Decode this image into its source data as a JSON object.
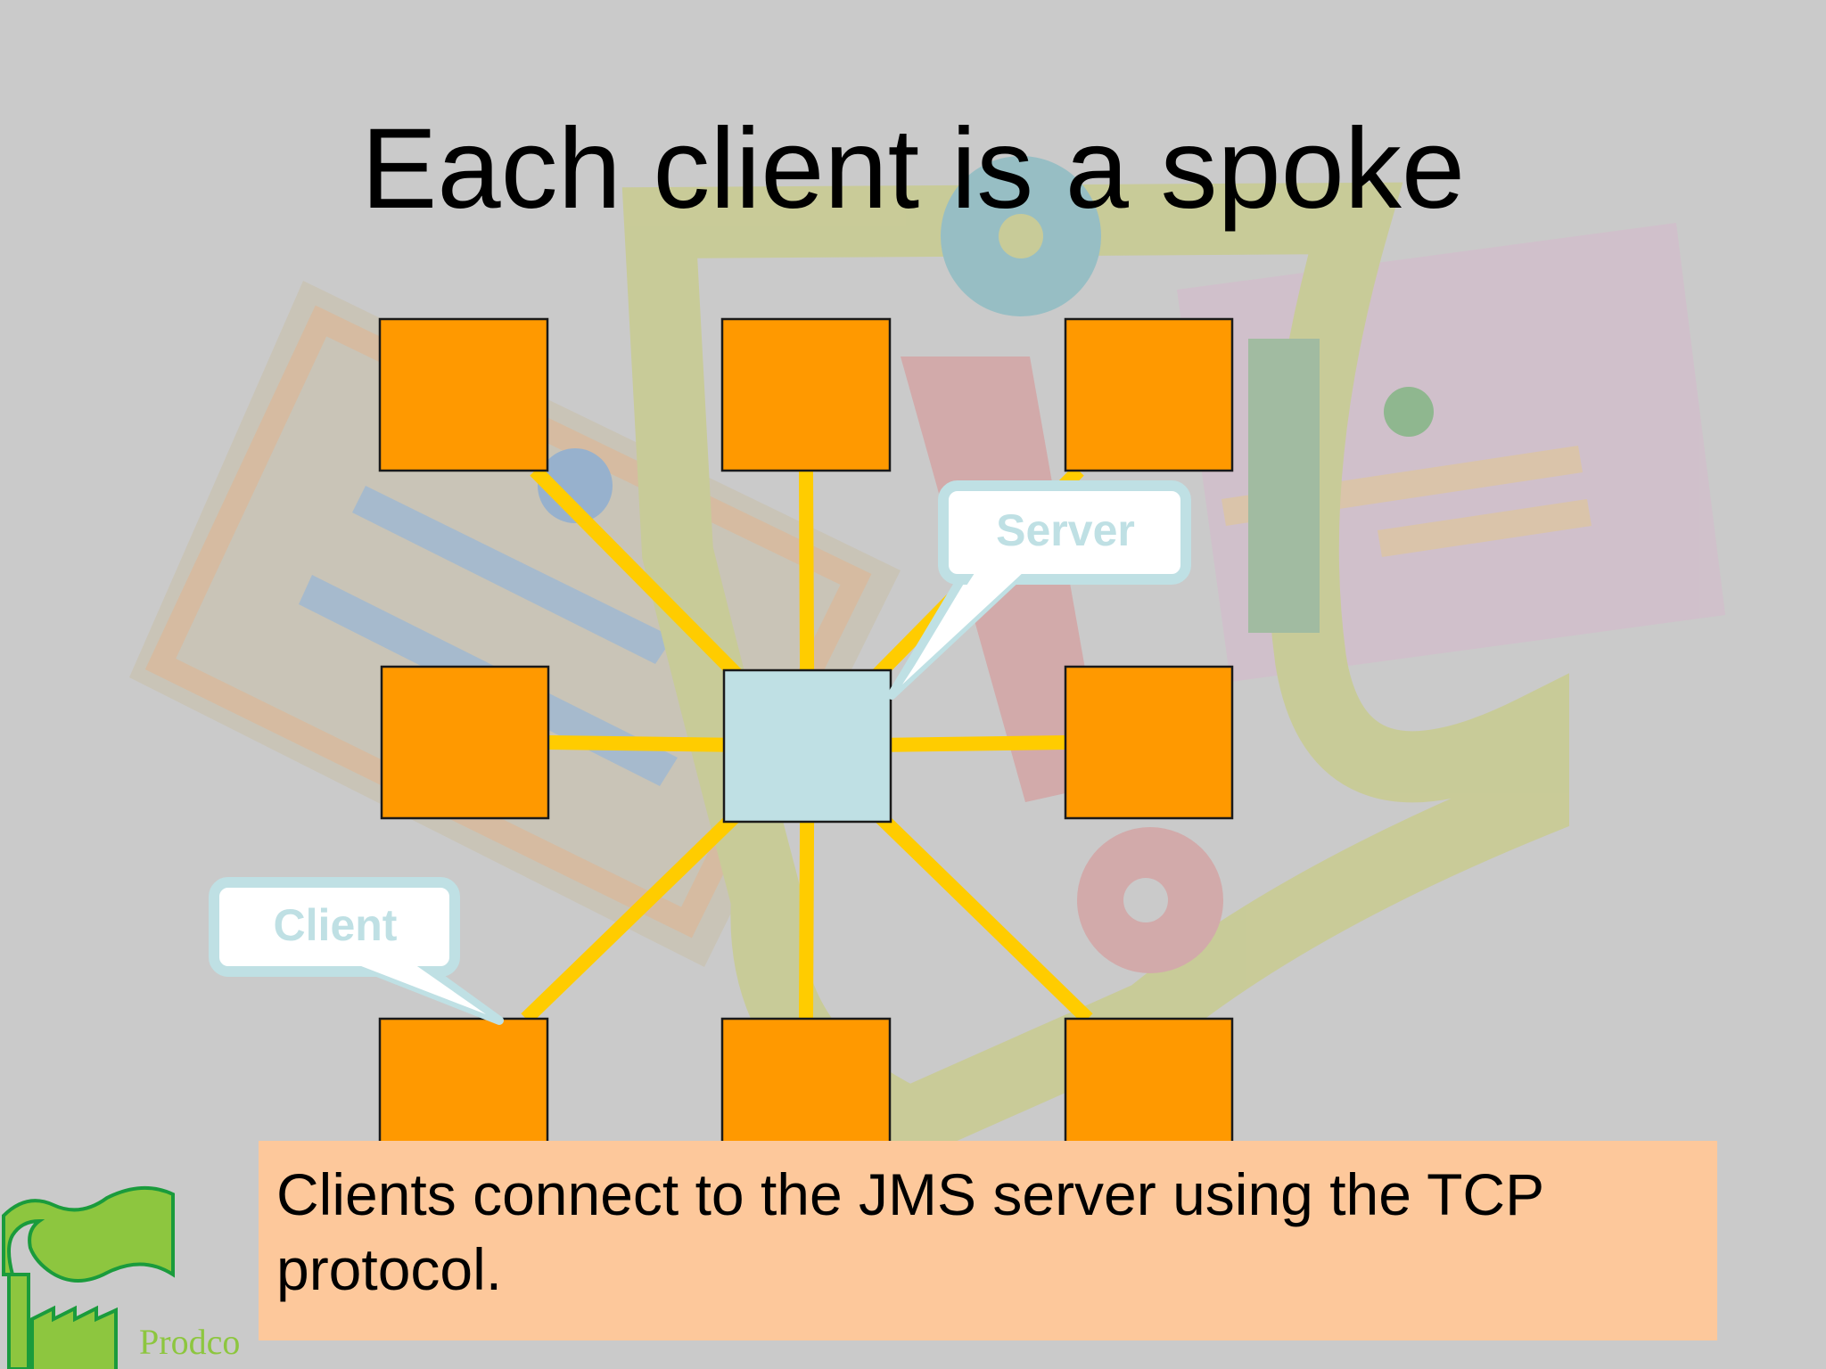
{
  "slide": {
    "title": "Each client is a spoke",
    "caption": "Clients connect to the JMS server using the TCP protocol.",
    "logo_text": "Prodco"
  },
  "diagram": {
    "hub": {
      "id": "server",
      "role": "server",
      "color": "#bfe0e4"
    },
    "spokes": [
      {
        "id": "client-top-left",
        "color": "#ff9900"
      },
      {
        "id": "client-top-center",
        "color": "#ff9900"
      },
      {
        "id": "client-top-right",
        "color": "#ff9900"
      },
      {
        "id": "client-middle-left",
        "color": "#ff9900"
      },
      {
        "id": "client-middle-right",
        "color": "#ff9900"
      },
      {
        "id": "client-bottom-left",
        "color": "#ff9900"
      },
      {
        "id": "client-bottom-center",
        "color": "#ff9900"
      },
      {
        "id": "client-bottom-right",
        "color": "#ff9900"
      }
    ],
    "edge_color": "#ffcc00",
    "callouts": [
      {
        "id": "server-callout",
        "label": "Server",
        "target": "server"
      },
      {
        "id": "client-callout",
        "label": "Client",
        "target": "client-bottom-left"
      }
    ]
  },
  "colors": {
    "background": "#cacaca",
    "client_box": "#ff9900",
    "server_box": "#bfe0e4",
    "spoke_line": "#ffcc00",
    "caption_background": "#fdc89b",
    "callout_text": "#bfe0e4",
    "logo_green": "#8dc63f"
  }
}
